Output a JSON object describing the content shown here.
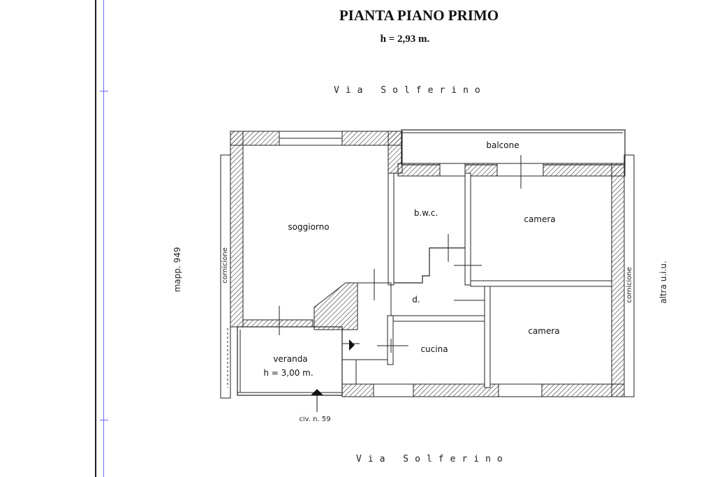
{
  "header": {
    "title": "PIANTA PIANO PRIMO",
    "height_note": "h = 2,93 m."
  },
  "streets": {
    "top": "Via Solferino",
    "bottom": "Via Solferino"
  },
  "side_labels": {
    "left_parcel": "mapp. 949",
    "left_cornice": "cornicione",
    "right_cornice": "cornicione",
    "right_unit": "altra u.i.u."
  },
  "rooms": {
    "balcone": "balcone",
    "soggiorno": "soggiorno",
    "bwc": "b.w.c.",
    "camera_top": "camera",
    "disimpegno": "d.",
    "camera_bottom": "camera",
    "cucina": "cucina",
    "veranda": "veranda",
    "veranda_height": "h = 3,00 m."
  },
  "entrance": {
    "civic_number": "civ. n. 59"
  },
  "colors": {
    "margin_line": "#1a1a1a",
    "blue_margin": "#6a6aff",
    "wall_hatch": "#333333"
  }
}
